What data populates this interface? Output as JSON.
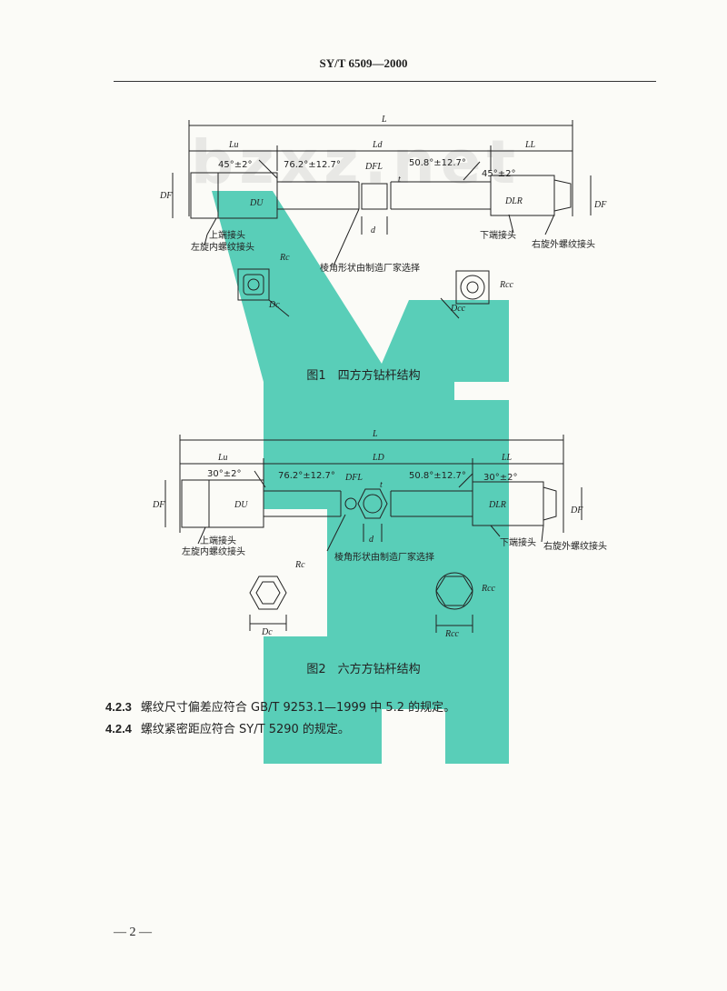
{
  "header": {
    "standard": "SY/T 6509—2000"
  },
  "watermark": {
    "site": "bzxz.net"
  },
  "figure1": {
    "caption": "图1　四方方钻杆结构",
    "labels": {
      "L": "L",
      "Lu": "Lu",
      "Ld": "Ld",
      "Ll": "LL",
      "angle_left": "45°±2°",
      "taper_left": "76.2°±12.7°",
      "dfl": "DFL",
      "taper_right": "50.8°±12.7°",
      "angle_right": "45°±2°",
      "t": "t",
      "df_left": "DF",
      "du": "DU",
      "dlr": "DLR",
      "df_right": "DF",
      "d": "d",
      "upper_joint": "上端接头",
      "left_thread": "左旋内螺纹接头",
      "edge_note": "棱角形状由制造厂家选择",
      "lower_joint": "下端接头",
      "right_thread": "右旋外螺纹接头",
      "rc": "Rc",
      "rcc": "Rcc",
      "dc": "Dc",
      "dcc": "Dcc"
    }
  },
  "figure2": {
    "caption": "图2　六方方钻杆结构",
    "labels": {
      "L": "L",
      "Lu": "Lu",
      "Ld": "LD",
      "Ll": "LL",
      "angle_left": "30°±2°",
      "taper_left": "76.2°±12.7°",
      "dfl": "DFL",
      "taper_right": "50.8°±12.7°",
      "angle_right": "30°±2°",
      "t": "t",
      "df_left": "DF",
      "du": "DU",
      "dlr": "DLR",
      "df_right": "DF",
      "d": "d",
      "upper_joint": "上端接头",
      "left_thread": "左旋内螺纹接头",
      "edge_note": "棱角形状由制造厂家选择",
      "lower_joint": "下端接头",
      "right_thread": "右旋外螺纹接头",
      "rc": "Rc",
      "rcc": "Rcc",
      "dc": "Dc",
      "rcc2": "Rcc"
    }
  },
  "clauses": [
    {
      "num": "4.2.3",
      "text": "螺纹尺寸偏差应符合 GB/T 9253.1—1999 中 5.2 的规定。"
    },
    {
      "num": "4.2.4",
      "text": "螺纹紧密距应符合 SY/T 5290 的规定。"
    }
  ],
  "footer": {
    "page": "— 2 —"
  },
  "colors": {
    "watermark_teal": "#3cc6ad",
    "ink": "#222222"
  }
}
